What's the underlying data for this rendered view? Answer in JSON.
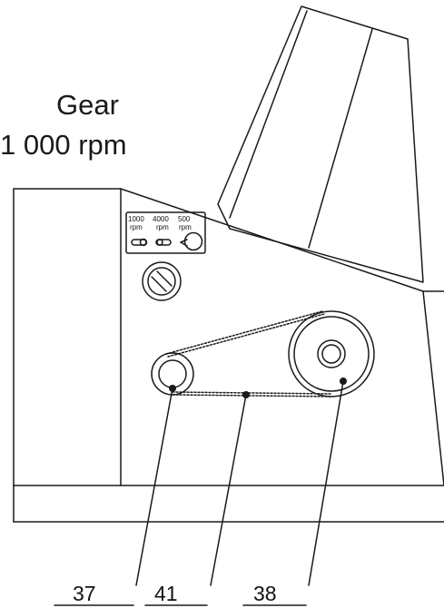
{
  "title": {
    "line1": "Gear",
    "line2": "1 000 rpm"
  },
  "speed_selector": {
    "options": [
      {
        "speed": "1000",
        "unit": "rpm"
      },
      {
        "speed": "4000",
        "unit": "rpm"
      },
      {
        "speed": "500",
        "unit": "rpm"
      }
    ],
    "selected": "1000"
  },
  "callouts": [
    {
      "number": "37",
      "part": "small-pulley"
    },
    {
      "number": "41",
      "part": "drive-belt"
    },
    {
      "number": "38",
      "part": "large-pulley"
    }
  ],
  "colors": {
    "line": "#1a1a1a",
    "background": "#ffffff"
  }
}
